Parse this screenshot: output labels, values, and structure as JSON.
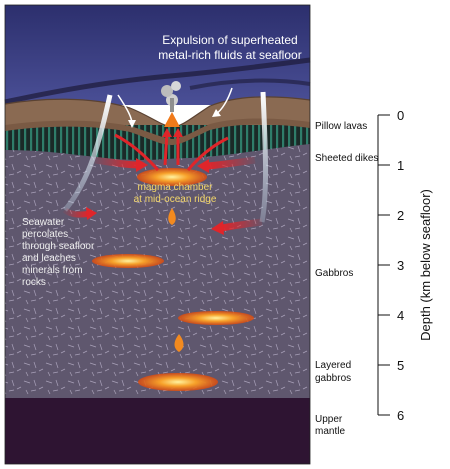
{
  "title_lines": [
    "Expulsion of superheated",
    "metal-rich fluids at seafloor"
  ],
  "magma_label": [
    "magma chamber",
    "at mid-ocean ridge"
  ],
  "seawater_label": [
    "Seawater",
    "percolates",
    "through seafloor",
    "and leaches",
    "minerals from",
    "rocks"
  ],
  "layers": {
    "pillow_lavas": "Pillow lavas",
    "sheeted_dikes": "Sheeted dikes",
    "gabbros": "Gabbros",
    "layered_gabbros": [
      "Layered",
      "gabbros"
    ],
    "upper_mantle": [
      "Upper",
      "mantle"
    ]
  },
  "depth_axis": {
    "label": "Depth  (km below seafloor)",
    "ticks": [
      "0",
      "1",
      "2",
      "3",
      "4",
      "5",
      "6"
    ]
  },
  "colors": {
    "sky": "#3c3f80",
    "sediment": "#8a6a52",
    "dikes_dark": "#1b2a28",
    "dikes_light": "#2f7d6a",
    "gabbro": "#5e566d",
    "mantle": "#2e1432",
    "magma": "#f38a1f",
    "arrow_red": "#e0252a",
    "arrow_blue": "#c9dff0"
  }
}
